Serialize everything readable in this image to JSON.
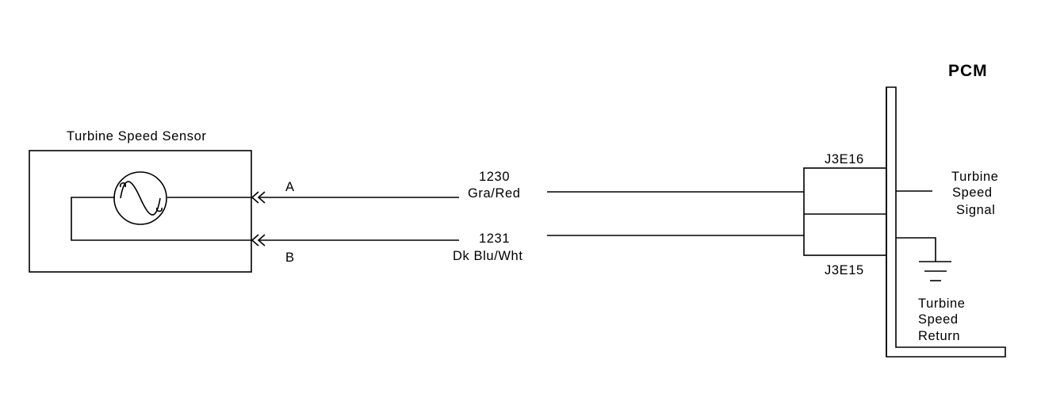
{
  "pcm": {
    "title": "PCM",
    "pins": {
      "top": "J3E16",
      "bottom": "J3E15"
    },
    "signal_label": [
      "Turbine",
      "Speed",
      "Signal"
    ],
    "return_label": [
      "Turbine",
      "Speed",
      "Return"
    ]
  },
  "sensor": {
    "title": "Turbine Speed Sensor",
    "pins": [
      "A",
      "B"
    ]
  },
  "wires": [
    {
      "circuit": "1230",
      "color": "Gra/Red",
      "pin": "A"
    },
    {
      "circuit": "1231",
      "color": "Dk Blu/Wht",
      "pin": "B"
    }
  ]
}
